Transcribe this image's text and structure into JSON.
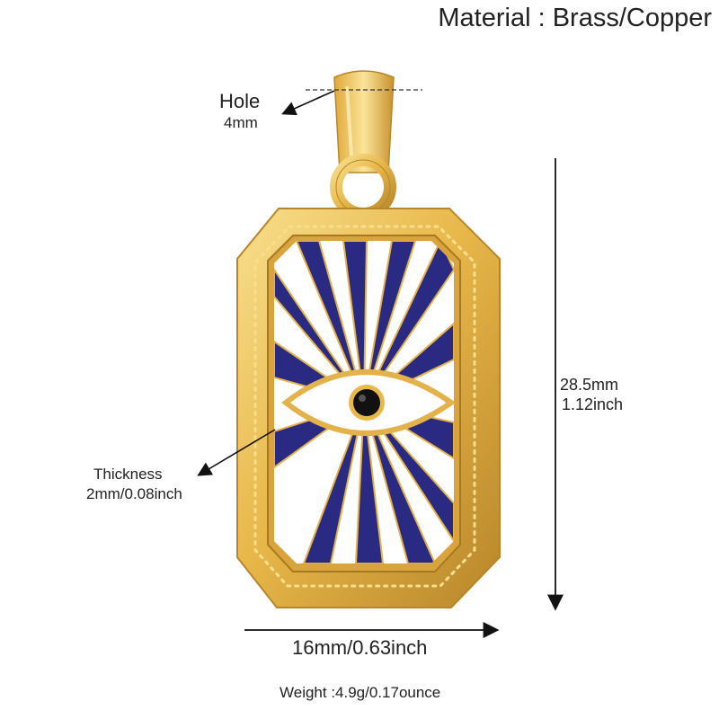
{
  "header": {
    "title": "Material : Brass/Copper"
  },
  "annotations": {
    "hole_label": "Hole",
    "hole_size": "4mm",
    "thickness_label": "Thickness",
    "thickness_size": "2mm/0.08inch",
    "height_mm": "28.5mm",
    "height_in": "1.12inch",
    "width": "16mm/0.63inch",
    "weight": "Weight :4.9g/0.17ounce"
  },
  "colors": {
    "gold": "#e8b84a",
    "gold_light": "#f8df8e",
    "gold_dark": "#b8862a",
    "enamel_blue": "#2b2a82",
    "enamel_white": "#ffffff",
    "pupil": "#111111"
  },
  "icons": [
    "evil-eye-pendant",
    "dimension-arrow"
  ]
}
